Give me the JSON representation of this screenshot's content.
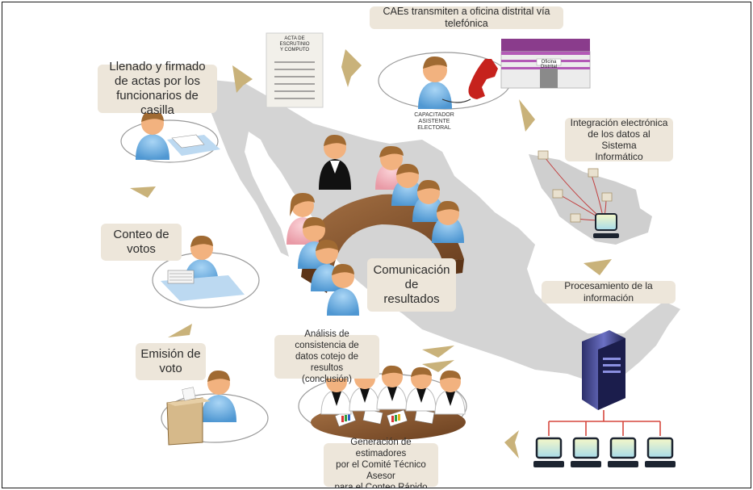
{
  "labels": {
    "caes": "CAEs transmiten a oficina distrital vía telefónica",
    "llenado": "Llenado y firmado\nde actas por los\nfuncionarios de casilla",
    "integracion": "Integración electrónica\nde los datos al Sistema\nInformático",
    "conteo": "Conteo de\nvotos",
    "comunicacion": "Comunicación\nde\nresultados",
    "procesamiento": "Procesamiento de la información",
    "emision": "Emisión de\nvoto",
    "analisis": "Análisis de consistencia de\ndatos cotejo de resultos\n(conclusión)",
    "generacion": "Generación de estimadores\npor el Comité Técnico Asesor\npara el Conteo Rápido"
  },
  "acta_title": "ACTA DE\nESCRUTINIO\nY COMPUTO",
  "capacitador": "CAPACITADOR\nASISTENTE ELECTORAL",
  "oficina": "Oficina Distrital",
  "colors": {
    "label_bg": "#ede6da",
    "map": "#d4d4d4",
    "arrow": "#c9b27a",
    "skin": "#f2b27f",
    "shirt": "#6fb2e4",
    "hair": "#a06a32",
    "table": "#8d5a32",
    "network": "#d6473d",
    "building_purple": "#8a3c8c",
    "phone": "#c6221d"
  }
}
